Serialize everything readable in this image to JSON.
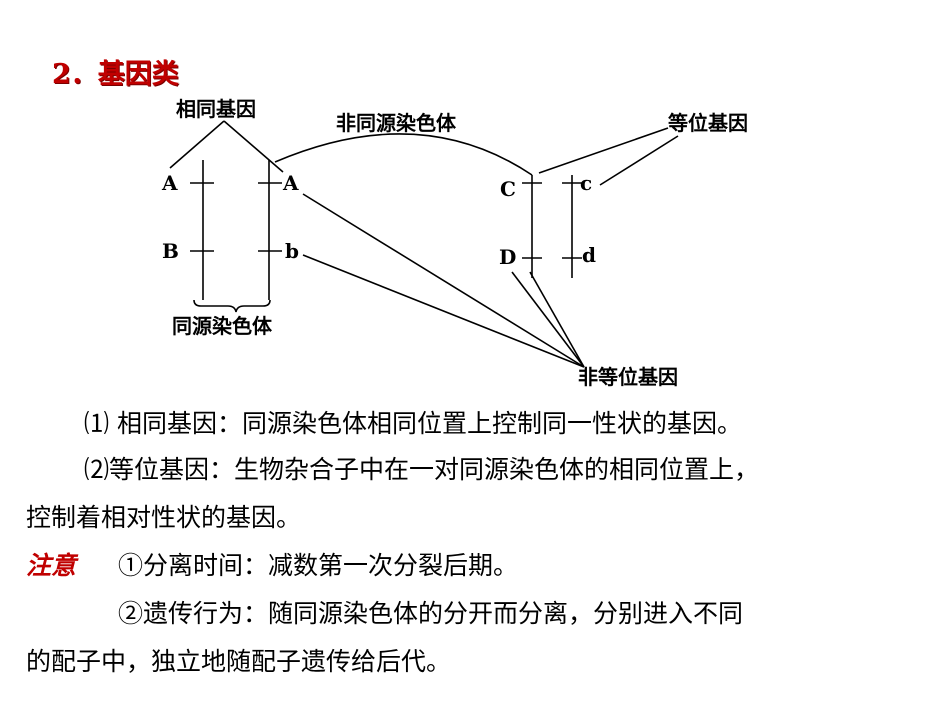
{
  "title": "2．基因类",
  "diagram": {
    "label_same_genes": "相同基因",
    "label_nonhomologous": "非同源染色体",
    "label_alleles": "等位基因",
    "label_homologous": "同源染色体",
    "label_nonalleles": "非等位基因",
    "genes": {
      "A_left": "A",
      "A_right": "A",
      "B_left": "B",
      "b_right": "b",
      "C_left": "C",
      "c_right": "c",
      "D_left": "D",
      "d_right": "d"
    }
  },
  "text": {
    "p1": "⑴ 相同基因：同源染色体相同位置上控制同一性状的基因。",
    "p2_line1": "⑵等位基因：生物杂合子中在一对同源染色体的相同位置上，",
    "p2_line2": "控制着相对性状的基因。",
    "note_label": "注意",
    "note1": "①分离时间：减数第一次分裂后期。",
    "note2_line1": "②遗传行为：随同源染色体的分开而分离，分别进入不同",
    "note2_line2": "的配子中，独立地随配子遗传给后代。"
  }
}
